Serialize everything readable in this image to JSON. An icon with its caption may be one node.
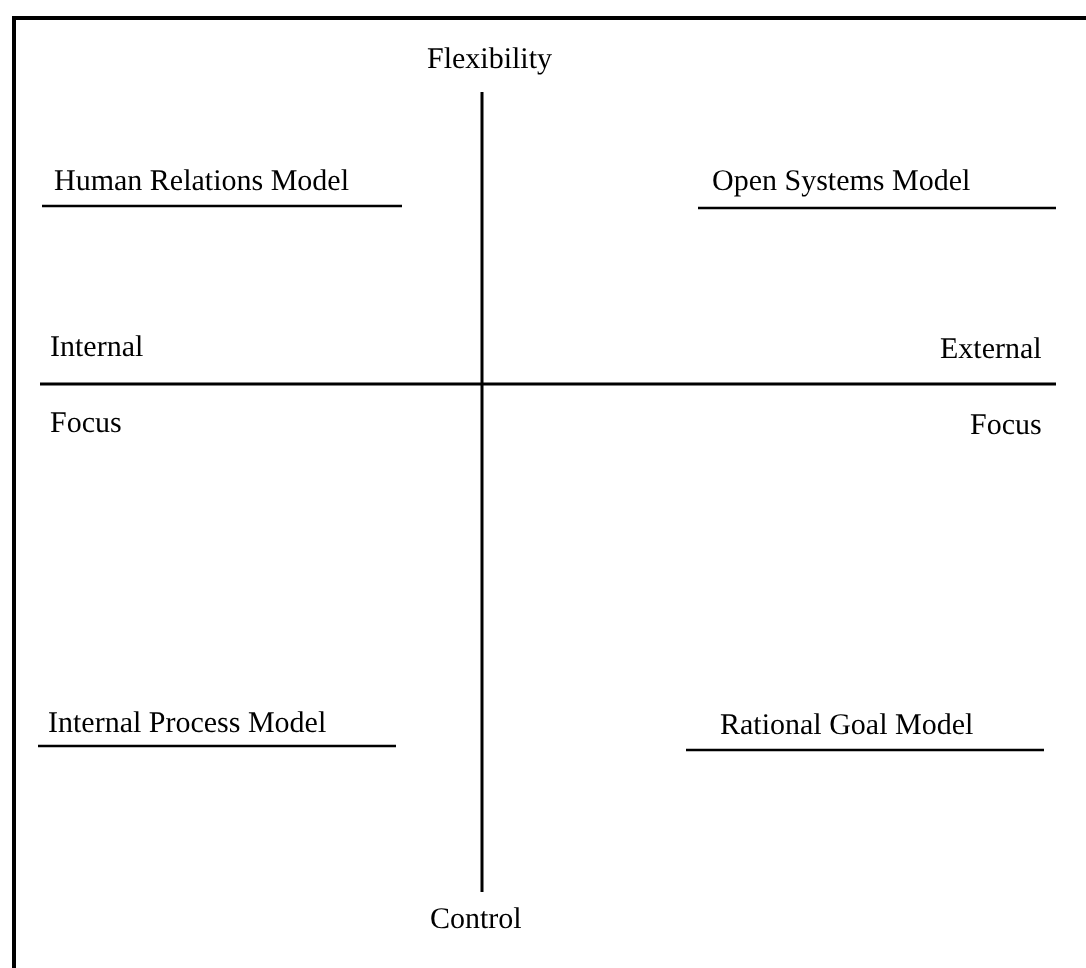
{
  "diagram": {
    "labels": [
      "Flexibility",
      "Human Relations Model",
      "Open Systems Model",
      "Internal",
      "External",
      "Focus",
      "Focus",
      "Internal Process Model",
      "Rational Goal Model",
      "Control"
    ]
  }
}
